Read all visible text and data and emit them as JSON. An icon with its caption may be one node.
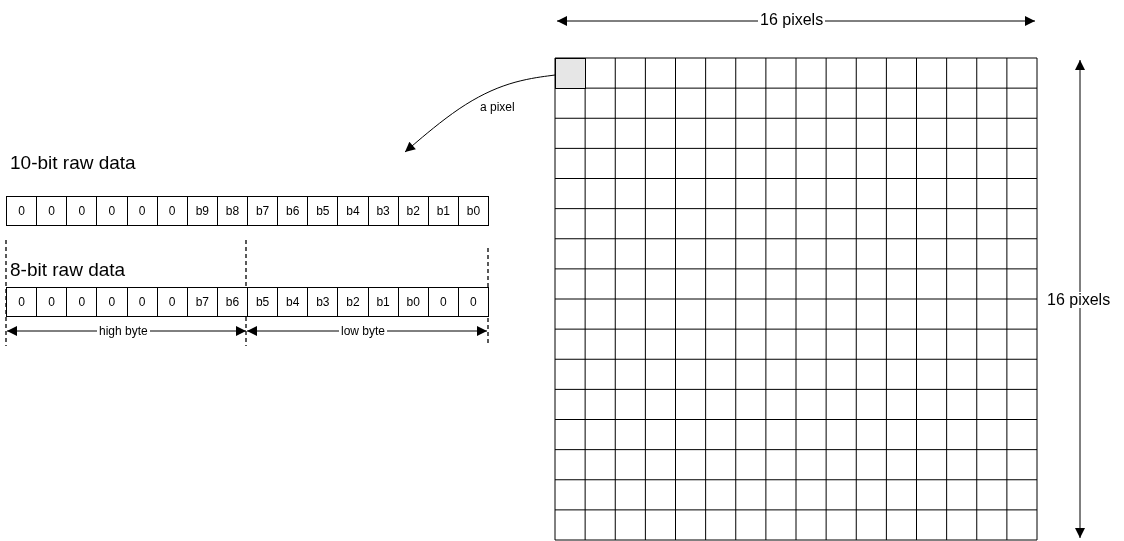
{
  "diagram": {
    "nodes": [
      {
        "text": [
          "10-bit raw data"
        ]
      },
      {
        "text": [
          "8-bit raw data"
        ]
      },
      {
        "text": [],
        "shape": "box"
      }
    ],
    "edges": [
      {
        "from": 2,
        "to": 0,
        "arrow": "to",
        "label": "a pixel"
      }
    ],
    "labels": [
      "0",
      "0",
      "0",
      "0",
      "0",
      "0",
      "b9",
      "b8",
      "b7",
      "b6",
      "b5",
      "b4",
      "b3",
      "b2",
      "b1",
      "b0",
      "0",
      "0",
      "0",
      "0",
      "0",
      "0",
      "b7",
      "b6",
      "b5",
      "b4",
      "b3",
      "b2",
      "b1",
      "b0",
      "0",
      "0",
      "high byte",
      "low byte",
      "16 pixels",
      "16 pixels"
    ]
  }
}
